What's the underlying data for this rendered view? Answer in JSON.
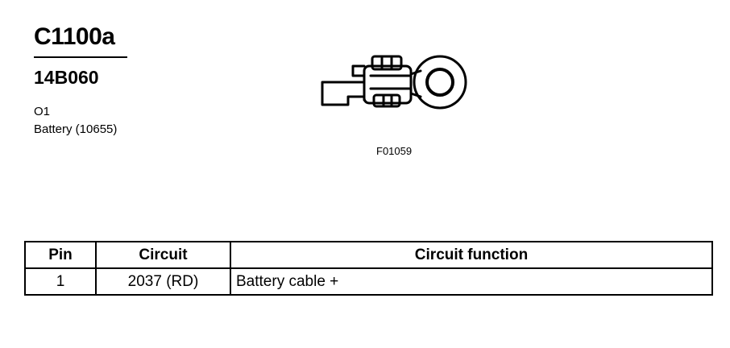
{
  "connector": {
    "id": "C1100a",
    "part_number": "14B060",
    "location_code": "O1",
    "description": "Battery (10655)"
  },
  "figure": {
    "id": "F01059",
    "icon": "battery-ring-terminal-icon"
  },
  "table": {
    "headers": [
      "Pin",
      "Circuit",
      "Circuit function"
    ],
    "rows": [
      [
        "1",
        "2037 (RD)",
        "Battery cable +"
      ]
    ]
  }
}
